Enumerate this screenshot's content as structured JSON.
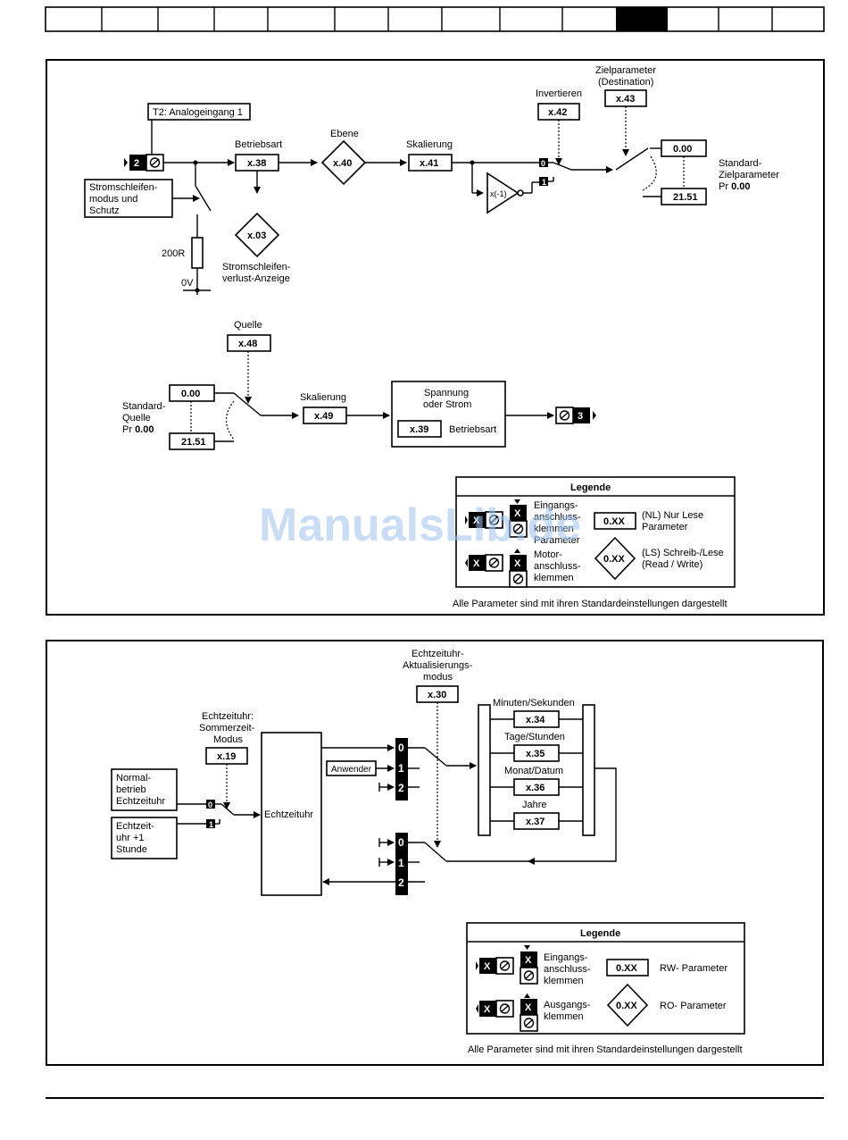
{
  "header_tabs": [
    "",
    "",
    "",
    "",
    "",
    "",
    "",
    "",
    "",
    "",
    "",
    "",
    "",
    ""
  ],
  "diagram1": {
    "input_label": "T2: Analogeingang 1",
    "terminal_in": "2",
    "loop_mode": [
      "Stromschleifen-",
      "modus und",
      "Schutz"
    ],
    "resistor": "200R",
    "zero_v": "0V",
    "mode_label": "Betriebsart",
    "mode_param": "x.38",
    "level_label": "Ebene",
    "level_param": "x.40",
    "loss_param": "x.03",
    "loss_label": [
      "Stromschleifen-",
      "verlust-Anzeige"
    ],
    "scale_label": "Skalierung",
    "scale_param": "x.41",
    "invert_label": "Invertieren",
    "invert_param": "x.42",
    "invert_fn": "x(-1)",
    "sw0": "0",
    "sw1": "1",
    "dest_label": [
      "Zielparameter",
      "(Destination)"
    ],
    "dest_param": "x.43",
    "dest_val1": "0.00",
    "dest_val2": "21.51",
    "std_dest": [
      "Standard-",
      "Zielparameter",
      "Pr "
    ],
    "std_dest_bold": "0.00",
    "src_label": "Quelle",
    "src_param": "x.48",
    "std_src": [
      "Standard-",
      "Quelle",
      "Pr "
    ],
    "std_src_bold": "0.00",
    "src_val1": "0.00",
    "src_val2": "21.51",
    "scale2_label": "Skalierung",
    "scale2_param": "x.49",
    "out_block": [
      "Spannung",
      "oder Strom"
    ],
    "out_param": "x.39",
    "out_mode": "Betriebsart",
    "terminal_out": "3",
    "legend_title": "Legende",
    "legend_x": "X",
    "legend_in": [
      "Eingangs-",
      "anschluss-",
      "klemmen",
      "Parameter"
    ],
    "legend_motor": [
      "Motor-",
      "anschluss-",
      "klemmen"
    ],
    "legend_param": "0.XX",
    "legend_nl": [
      "(NL) Nur Lese",
      "Parameter"
    ],
    "legend_ls": [
      "(LS) Schreib-/Lese",
      "(Read / Write)"
    ],
    "footnote": "Alle Parameter sind mit ihren Standardeinstellungen dargestellt",
    "watermark": "ManualsLib.de"
  },
  "diagram2": {
    "upd_label": [
      "Echtzeituhr-",
      "Aktualisierungs-",
      "modus"
    ],
    "upd_param": "x.30",
    "dst_label": [
      "Echtzeituhr:",
      "Sommerzeit-",
      "Modus"
    ],
    "dst_param": "x.19",
    "normal": [
      "Normal-",
      "betrieb",
      "Echtzeituhr"
    ],
    "plus1": [
      "Echtzeit-",
      "uhr +1",
      "Stunde"
    ],
    "sw0": "0",
    "sw1": "1",
    "clock": "Echtzeituhr",
    "user": "Anwender",
    "mux": [
      "0",
      "1",
      "2"
    ],
    "p34_label": "Minuten/Sekunden",
    "p34": "x.34",
    "p35_label": "Tage/Stunden",
    "p35": "x.35",
    "p36_label": "Monat/Datum",
    "p36": "x.36",
    "p37_label": "Jahre",
    "p37": "x.37",
    "legend_title": "Legende",
    "legend_x": "X",
    "legend_in": [
      "Eingangs-",
      "anschluss-",
      "klemmen"
    ],
    "legend_out": [
      "Ausgangs-",
      "klemmen"
    ],
    "legend_param": "0.XX",
    "legend_rw": "RW- Parameter",
    "legend_ro": "RO- Parameter",
    "footnote": "Alle Parameter sind mit ihren Standardeinstellungen dargestellt"
  }
}
